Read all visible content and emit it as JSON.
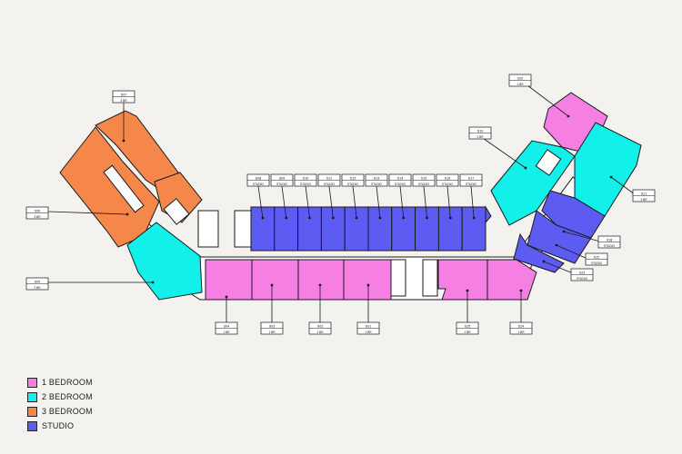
{
  "colors": {
    "background": "#f4f2ee",
    "one_bedroom": "#f57fe3",
    "two_bedroom": "#12f0ea",
    "three_bedroom": "#f5874a",
    "studio": "#5c5cf2",
    "outline": "#1a1a1a",
    "corridor": "#ffffff"
  },
  "legend": {
    "items": [
      {
        "label": "1 BEDROOM",
        "color": "#f57fe3"
      },
      {
        "label": "2 BEDROOM",
        "color": "#12f0ea"
      },
      {
        "label": "3 BEDROOM",
        "color": "#f5874a"
      },
      {
        "label": "STUDIO",
        "color": "#5c5cf2"
      }
    ]
  },
  "unit_tags": {
    "studios_top": [
      {
        "unit": "S08",
        "type": "STUDIO"
      },
      {
        "unit": "S09",
        "type": "STUDIO"
      },
      {
        "unit": "S10",
        "type": "STUDIO"
      },
      {
        "unit": "S11",
        "type": "STUDIO"
      },
      {
        "unit": "S12",
        "type": "STUDIO"
      },
      {
        "unit": "S13",
        "type": "STUDIO"
      },
      {
        "unit": "S14",
        "type": "STUDIO"
      },
      {
        "unit": "S15",
        "type": "STUDIO"
      },
      {
        "unit": "S16",
        "type": "STUDIO"
      },
      {
        "unit": "S17",
        "type": "STUDIO"
      }
    ],
    "bottom": [
      {
        "unit": "S04",
        "type": "1 BR"
      },
      {
        "unit": "S03",
        "type": "1 BR"
      },
      {
        "unit": "S02",
        "type": "1 BR"
      },
      {
        "unit": "S01",
        "type": "1 BR"
      },
      {
        "unit": "S25",
        "type": "1 BR"
      },
      {
        "unit": "S24",
        "type": "1 BR"
      }
    ],
    "left": [
      {
        "unit": "S07",
        "type": "3 BR"
      },
      {
        "unit": "S06",
        "type": "3 BR"
      },
      {
        "unit": "S05",
        "type": "2 BR"
      }
    ],
    "right": [
      {
        "unit": "S20",
        "type": "1 BR"
      },
      {
        "unit": "S19",
        "type": "2 BR"
      },
      {
        "unit": "S21",
        "type": "2 BR"
      },
      {
        "unit": "S18",
        "type": "STUDIO"
      },
      {
        "unit": "S22",
        "type": "STUDIO"
      },
      {
        "unit": "S23",
        "type": "STUDIO"
      }
    ]
  }
}
